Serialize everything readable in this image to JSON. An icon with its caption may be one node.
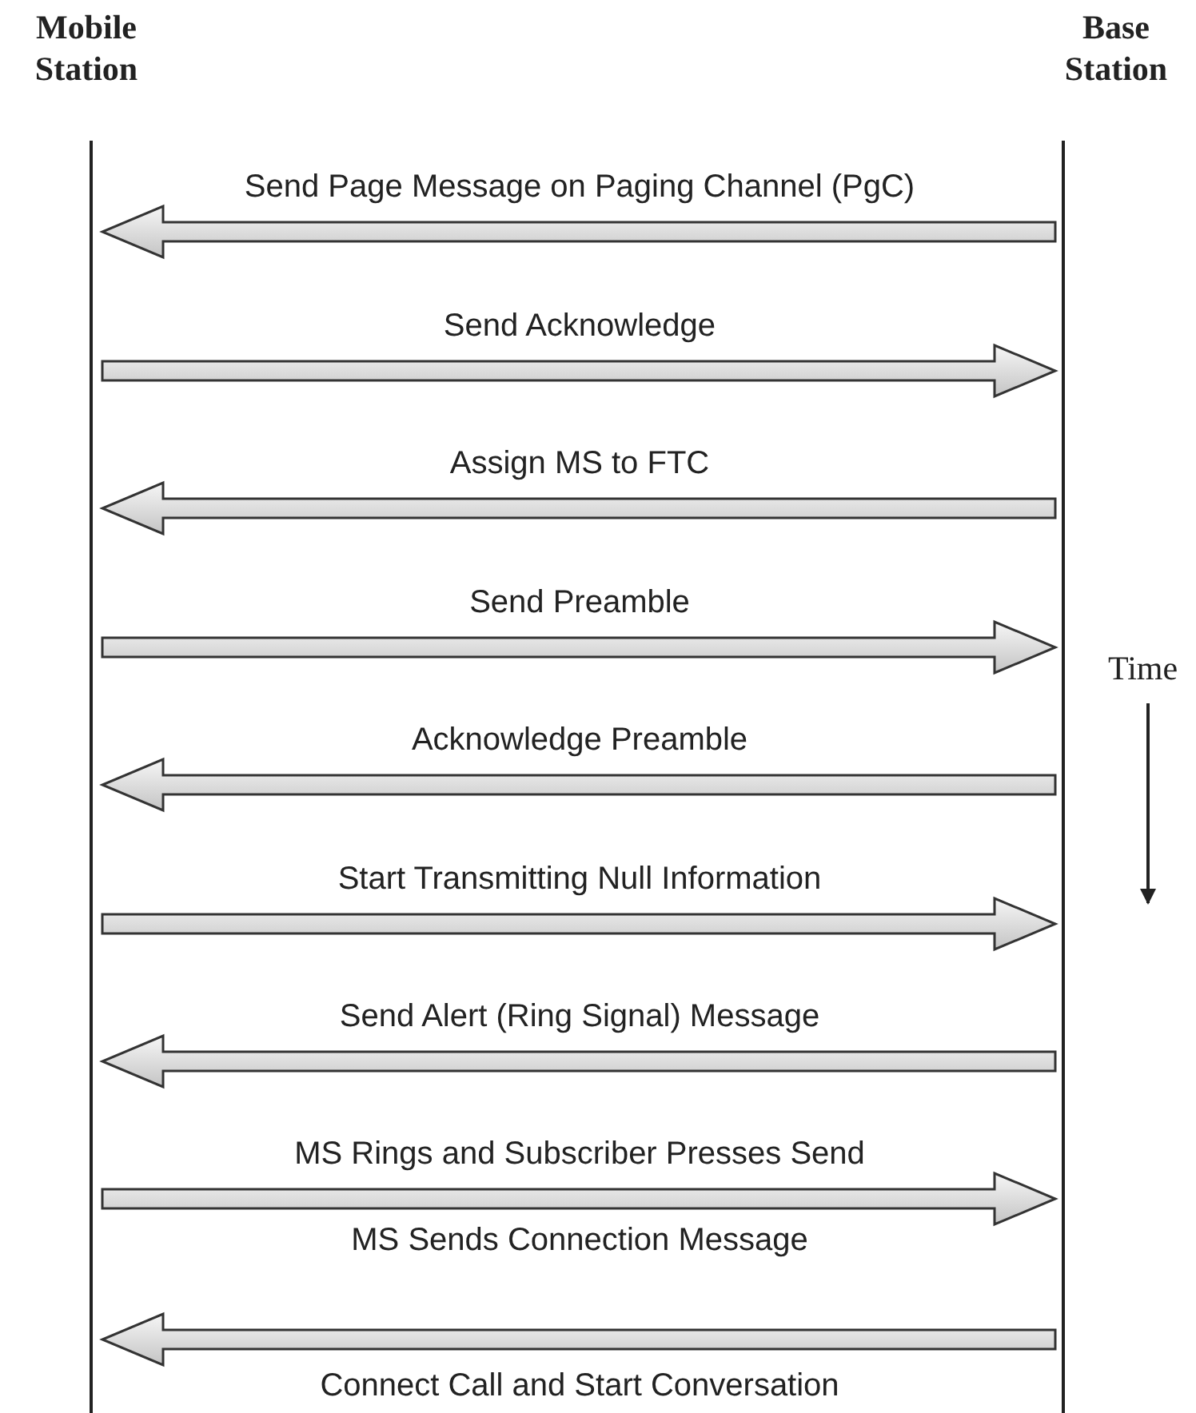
{
  "diagram": {
    "nodes": [
      {
        "text": [
          "Mobile Station"
        ]
      },
      {
        "text": [
          "Base Station"
        ]
      }
    ],
    "edges": [
      {
        "from": 1,
        "to": 0,
        "arrow": "to",
        "label": "Send Page Message on Paging Channel (PgC)"
      },
      {
        "from": 0,
        "to": 1,
        "arrow": "to",
        "label": "Send Acknowledge"
      },
      {
        "from": 1,
        "to": 0,
        "arrow": "to",
        "label": "Assign MS to FTC"
      },
      {
        "from": 0,
        "to": 1,
        "arrow": "to",
        "label": "Send Preamble"
      },
      {
        "from": 1,
        "to": 0,
        "arrow": "to",
        "label": "Acknowledge Preamble"
      },
      {
        "from": 0,
        "to": 1,
        "arrow": "to",
        "label": "Start Transmitting Null Information"
      },
      {
        "from": 1,
        "to": 0,
        "arrow": "to",
        "label": "Send Alert (Ring Signal) Message"
      },
      {
        "from": 0,
        "to": 1,
        "arrow": "to",
        "label": "MS Rings and Subscriber Presses Send"
      },
      {
        "from": 1,
        "to": 0,
        "arrow": "to",
        "label": "Connect Call and Start Conversation"
      }
    ],
    "labels": [
      "Time",
      "MS Sends Connection Message"
    ]
  }
}
